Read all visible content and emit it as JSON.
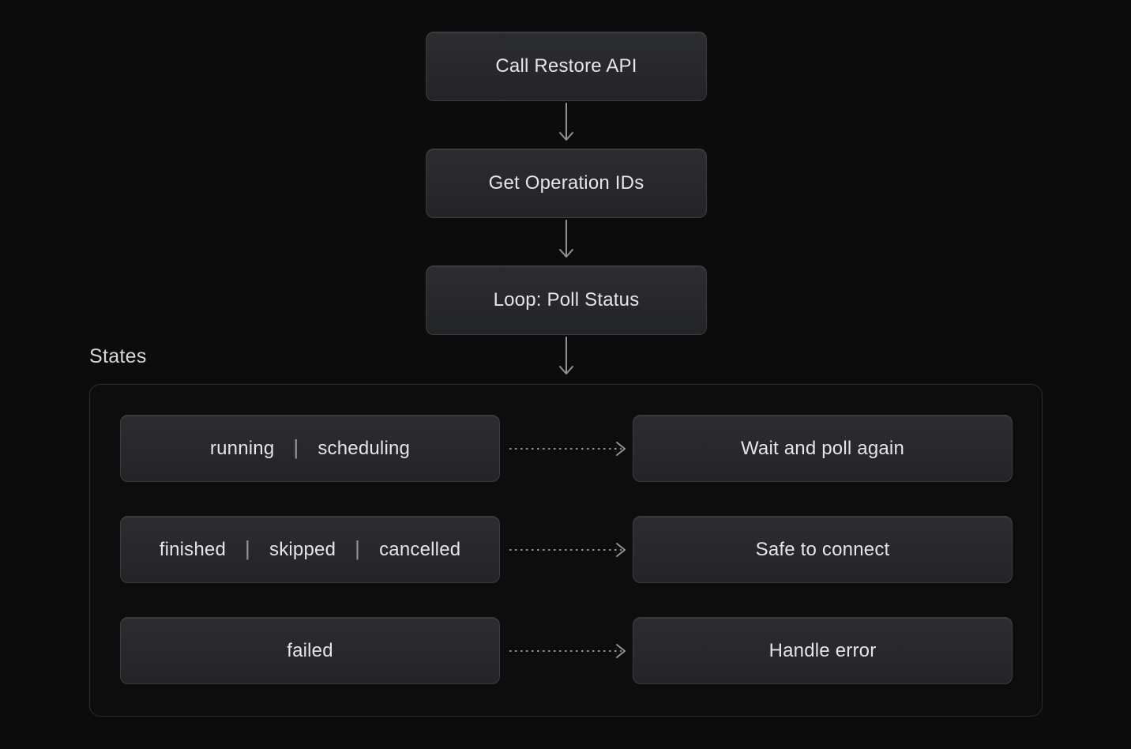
{
  "colors": {
    "bg": "#0c0c0d",
    "box_top": "#2c2d31",
    "box_bottom": "#232428",
    "box_border": "#3c3d41",
    "container_border": "#2c2d30",
    "text": "#e4e5e7",
    "separator": "#94959a",
    "arrow": "#919296",
    "label": "#d5d6d8"
  },
  "flow": {
    "nodes": [
      {
        "label": "Call Restore API"
      },
      {
        "label": "Get Operation IDs"
      },
      {
        "label": "Loop: Poll Status"
      }
    ]
  },
  "states": {
    "section_label": "States",
    "separator": "|",
    "rows": [
      {
        "states": [
          "running",
          "scheduling"
        ],
        "action": "Wait and poll again"
      },
      {
        "states": [
          "finished",
          "skipped",
          "cancelled"
        ],
        "action": "Safe to connect"
      },
      {
        "states": [
          "failed"
        ],
        "action": "Handle error"
      }
    ]
  }
}
